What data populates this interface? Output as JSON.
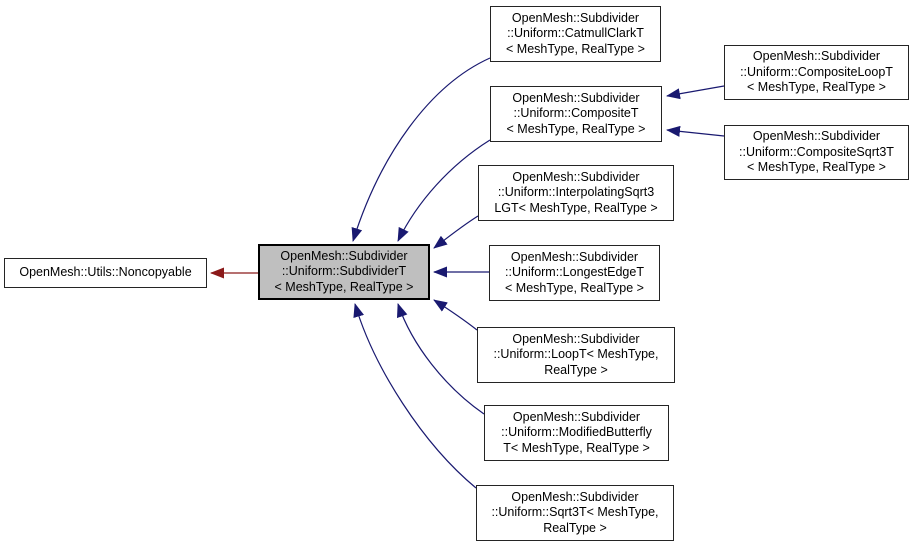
{
  "diagram": {
    "kind": "class-inheritance-graph",
    "tool_style": "doxygen",
    "colors": {
      "public_inheritance_arrow": "#191970",
      "private_inheritance_arrow": "#8b1a1a",
      "node_fill": "#ffffff",
      "highlighted_node_fill": "#bfbfbf",
      "node_border": "#242424",
      "text": "#000000"
    },
    "nodes": {
      "noncopyable": {
        "label": "OpenMesh::Utils::Noncopyable",
        "lines": [
          "OpenMesh::Utils::Noncopyable"
        ],
        "highlighted": false
      },
      "subdividert": {
        "label": "OpenMesh::Subdivider::Uniform::SubdividerT< MeshType, RealType >",
        "lines": [
          "OpenMesh::Subdivider",
          "::Uniform::SubdividerT",
          "< MeshType, RealType >"
        ],
        "highlighted": true
      },
      "catmullclark": {
        "label": "OpenMesh::Subdivider::Uniform::CatmullClarkT< MeshType, RealType >",
        "lines": [
          "OpenMesh::Subdivider",
          "::Uniform::CatmullClarkT",
          "< MeshType, RealType >"
        ],
        "highlighted": false
      },
      "composite": {
        "label": "OpenMesh::Subdivider::Uniform::CompositeT< MeshType, RealType >",
        "lines": [
          "OpenMesh::Subdivider",
          "::Uniform::CompositeT",
          "< MeshType, RealType >"
        ],
        "highlighted": false
      },
      "interpolatingsqrt3": {
        "label": "OpenMesh::Subdivider::Uniform::InterpolatingSqrt3LGT< MeshType, RealType >",
        "lines": [
          "OpenMesh::Subdivider",
          "::Uniform::InterpolatingSqrt3",
          "LGT< MeshType, RealType >"
        ],
        "highlighted": false
      },
      "longestedge": {
        "label": "OpenMesh::Subdivider::Uniform::LongestEdgeT< MeshType, RealType >",
        "lines": [
          "OpenMesh::Subdivider",
          "::Uniform::LongestEdgeT",
          "< MeshType, RealType >"
        ],
        "highlighted": false
      },
      "loop": {
        "label": "OpenMesh::Subdivider::Uniform::LoopT< MeshType, RealType >",
        "lines": [
          "OpenMesh::Subdivider",
          "::Uniform::LoopT< MeshType,",
          "RealType >"
        ],
        "highlighted": false
      },
      "modifiedbutterfly": {
        "label": "OpenMesh::Subdivider::Uniform::ModifiedButterflyT< MeshType, RealType >",
        "lines": [
          "OpenMesh::Subdivider",
          "::Uniform::ModifiedButterfly",
          "T< MeshType, RealType >"
        ],
        "highlighted": false
      },
      "sqrt3": {
        "label": "OpenMesh::Subdivider::Uniform::Sqrt3T< MeshType, RealType >",
        "lines": [
          "OpenMesh::Subdivider",
          "::Uniform::Sqrt3T< MeshType,",
          "RealType >"
        ],
        "highlighted": false
      },
      "compositeloop": {
        "label": "OpenMesh::Subdivider::Uniform::CompositeLoopT< MeshType, RealType >",
        "lines": [
          "OpenMesh::Subdivider",
          "::Uniform::CompositeLoopT",
          "< MeshType, RealType >"
        ],
        "highlighted": false
      },
      "compositesqrt3": {
        "label": "OpenMesh::Subdivider::Uniform::CompositeSqrt3T< MeshType, RealType >",
        "lines": [
          "OpenMesh::Subdivider",
          "::Uniform::CompositeSqrt3T",
          "< MeshType, RealType >"
        ],
        "highlighted": false
      }
    },
    "edges": [
      {
        "from": "catmullclark",
        "to": "subdividert",
        "relation": "public-inheritance"
      },
      {
        "from": "composite",
        "to": "subdividert",
        "relation": "public-inheritance"
      },
      {
        "from": "interpolatingsqrt3",
        "to": "subdividert",
        "relation": "public-inheritance"
      },
      {
        "from": "longestedge",
        "to": "subdividert",
        "relation": "public-inheritance"
      },
      {
        "from": "loop",
        "to": "subdividert",
        "relation": "public-inheritance"
      },
      {
        "from": "modifiedbutterfly",
        "to": "subdividert",
        "relation": "public-inheritance"
      },
      {
        "from": "sqrt3",
        "to": "subdividert",
        "relation": "public-inheritance"
      },
      {
        "from": "compositeloop",
        "to": "composite",
        "relation": "public-inheritance"
      },
      {
        "from": "compositesqrt3",
        "to": "composite",
        "relation": "public-inheritance"
      },
      {
        "from": "subdividert",
        "to": "noncopyable",
        "relation": "private-inheritance"
      }
    ]
  }
}
